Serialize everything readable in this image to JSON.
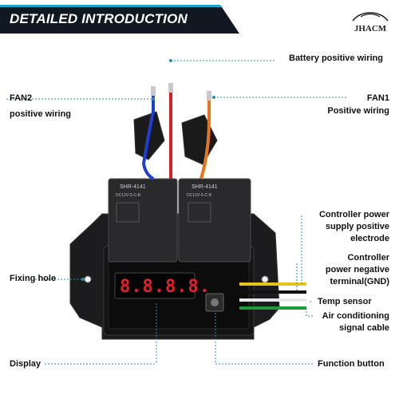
{
  "header": {
    "title": "DETAILED INTRODUCTION"
  },
  "brand": {
    "logo_text": "JHACM"
  },
  "device": {
    "relay_left_text": "SHR-4141",
    "relay_left_sub": "DC12V-S-C-B",
    "relay_right_text": "SHR-4141",
    "relay_right_sub": "DC12V-S-C-B",
    "display_value": "8.8.8.8."
  },
  "labels": {
    "battery_positive": "Battery positive wiring",
    "fan2_line1": "FAN2",
    "fan2_line2": "positive wiring",
    "fan1_line1": "FAN1",
    "fan1_line2": "Positive wiring",
    "controller_power_1": "Controller power",
    "controller_power_2": "supply positive",
    "controller_power_3": "electrode",
    "controller_neg_1": "Controller",
    "controller_neg_2": "power negative",
    "controller_neg_3": "terminal(GND)",
    "temp_sensor": "Temp sensor",
    "ac_signal_1": "Air conditioning",
    "ac_signal_2": "signal cable",
    "fixing_hole": "Fixing hole",
    "display": "Display",
    "function_button": "Function button"
  },
  "colors": {
    "banner_bg": "#111822",
    "accent": "#1aa9c9",
    "leader_line": "#2a8fb0",
    "wire_red": "#d62020",
    "wire_blue": "#1f3fd0",
    "wire_orange": "#e8741a",
    "wire_yellow": "#e6c21a",
    "wire_green": "#1f9a3a",
    "display_digits": "#e0202a"
  }
}
